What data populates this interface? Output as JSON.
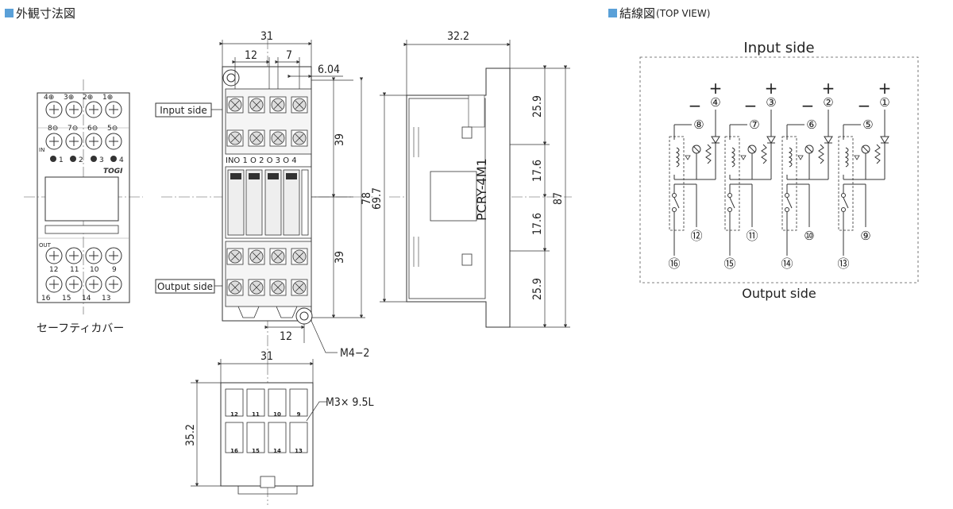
{
  "headings": {
    "external_dimensions": "外観寸法図",
    "wiring_diagram": "結線図",
    "wiring_diagram_sub": "(TOP VIEW)"
  },
  "accent_color": "#5aa0d8",
  "safety_cover": {
    "caption": "セーフティカバー",
    "top_terminals": [
      "4⊕",
      "3⊕",
      "2⊕",
      "1⊕"
    ],
    "mid_terminals": [
      "8⊖",
      "7⊖",
      "6⊖",
      "5⊖"
    ],
    "in_label": "IN",
    "in_indicators": [
      "1",
      "2",
      "3",
      "4"
    ],
    "out_label": "OUT",
    "out_top": [
      "12",
      "11",
      "10",
      "9"
    ],
    "out_bottom": [
      "16",
      "15",
      "14",
      "13"
    ]
  },
  "front_view": {
    "input_side_label": "Input side",
    "output_side_label": "Output side",
    "io_label": "INO 1  O 2  O 3  O 4",
    "dims": {
      "width": "31",
      "pitch_12": "12",
      "pitch_7": "7",
      "offset_604": "6.04",
      "upper_39": "39",
      "lower_39": "39",
      "total_78": "78",
      "bottom_12": "12",
      "mount_hole": "M4−2"
    }
  },
  "side_view": {
    "dims": {
      "depth": "32.2",
      "height_697": "69.7",
      "height_87": "87",
      "seg_259_top": "25.9",
      "seg_176_top": "17.6",
      "seg_176_bottom": "17.6",
      "seg_259_bottom": "25.9"
    },
    "model_label": "PCRY-4M1"
  },
  "bottom_view": {
    "dims": {
      "width": "31",
      "height": "35.2",
      "screw": "M3× 9.5L"
    },
    "terminals_top": [
      "12",
      "11",
      "10",
      "9"
    ],
    "terminals_bottom": [
      "16",
      "15",
      "14",
      "13"
    ]
  },
  "wiring": {
    "input_side": "Input side",
    "output_side": "Output side",
    "plus": "+",
    "minus": "−",
    "channels": [
      {
        "plus_term": "④",
        "minus_term": "⑧",
        "out_top": "⑫",
        "out_bottom": "⑯"
      },
      {
        "plus_term": "③",
        "minus_term": "⑦",
        "out_top": "⑪",
        "out_bottom": "⑮"
      },
      {
        "plus_term": "②",
        "minus_term": "⑥",
        "out_top": "⑩",
        "out_bottom": "⑭"
      },
      {
        "plus_term": "①",
        "minus_term": "⑤",
        "out_top": "⑨",
        "out_bottom": "⑬"
      }
    ]
  }
}
